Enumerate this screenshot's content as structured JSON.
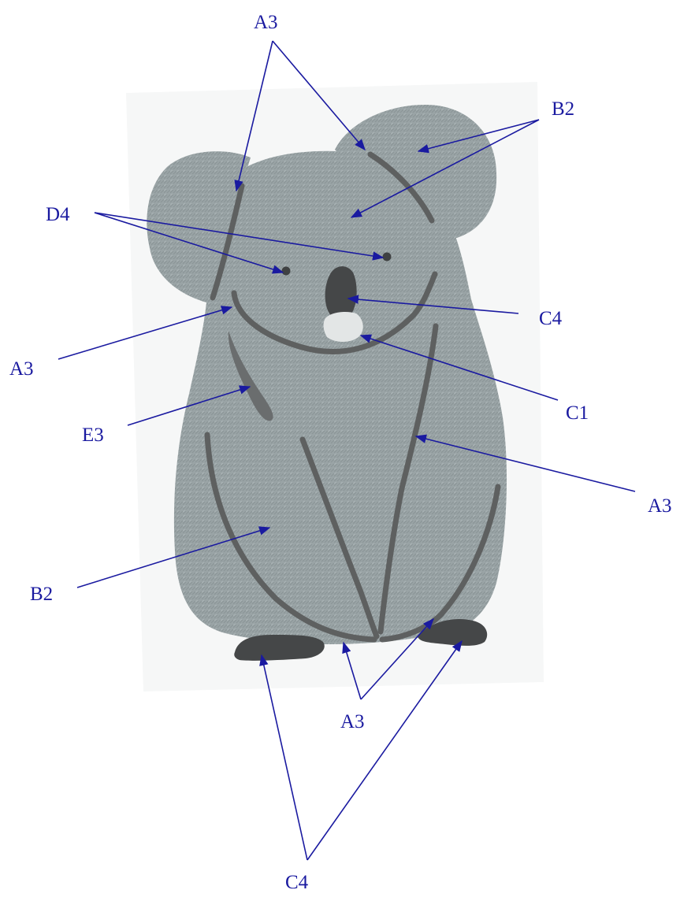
{
  "labels": {
    "a3_top": "A3",
    "b2_top": "B2",
    "d4": "D4",
    "a3_left": "A3",
    "c4_nose": "C4",
    "c1_chin": "C1",
    "e3": "E3",
    "a3_right": "A3",
    "b2_body": "B2",
    "a3_bottom": "A3",
    "c4_bottom": "C4"
  },
  "colors": {
    "annotation": "#1a1aa0",
    "fur": "#9aa4a6",
    "stitch_line": "#5e6060",
    "feet_nose": "#454748",
    "chin_patch": "#e3e6e6",
    "backdrop": "#f6f7f7"
  }
}
